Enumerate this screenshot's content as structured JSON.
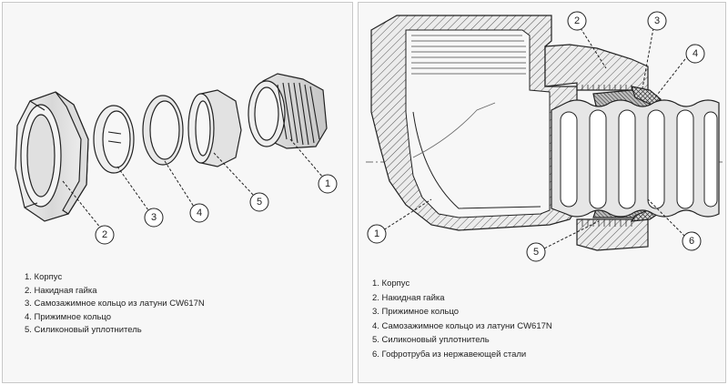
{
  "left_panel": {
    "callouts": [
      {
        "number": "1"
      },
      {
        "number": "2"
      },
      {
        "number": "3"
      },
      {
        "number": "4"
      },
      {
        "number": "5"
      }
    ],
    "legend": [
      "1.  Корпус",
      "2.  Накидная гайка",
      "3.  Самозажимное кольцо из латуни CW617N",
      "4.  Прижимное кольцо",
      "5.  Силиконовый уплотнитель"
    ]
  },
  "right_panel": {
    "callouts": [
      {
        "number": "1"
      },
      {
        "number": "2"
      },
      {
        "number": "3"
      },
      {
        "number": "4"
      },
      {
        "number": "5"
      },
      {
        "number": "6"
      }
    ],
    "legend": [
      "1.  Корпус",
      "2.  Накидная гайка",
      "3.  Прижимное кольцо",
      "4.  Самозажимное кольцо из латуни CW617N",
      "5.  Силиконовый уплотнитель",
      "6.  Гофротруба из нержавеющей стали"
    ]
  },
  "colors": {
    "part_fill": "#e6e6e6",
    "outline": "#222222",
    "hatch": "#555555",
    "panel_bg": "#f7f7f7"
  }
}
